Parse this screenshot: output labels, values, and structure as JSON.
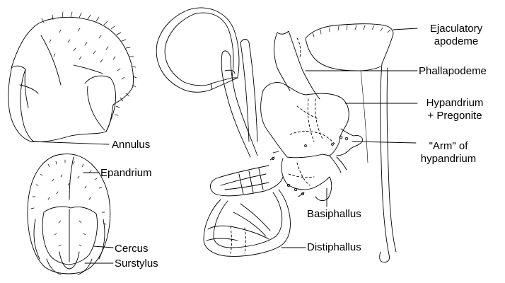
{
  "colors": {
    "ink": "#000000",
    "paper": "#ffffff"
  },
  "labels": {
    "annulus": "Annulus",
    "epandrium": "Epandrium",
    "cercus": "Cercus",
    "surstylus": "Surstylus",
    "ejaculatory_line1": "Ejaculatory",
    "ejaculatory_line2": "apodeme",
    "phallapodeme": "Phallapodeme",
    "hypandrium_line1": "Hypandrium",
    "hypandrium_line2": "+ Pregonite",
    "arm_line1": "\"Arm\" of",
    "arm_line2": "hypandrium",
    "basiphallus": "Basiphallus",
    "distiphallus": "Distiphallus"
  }
}
